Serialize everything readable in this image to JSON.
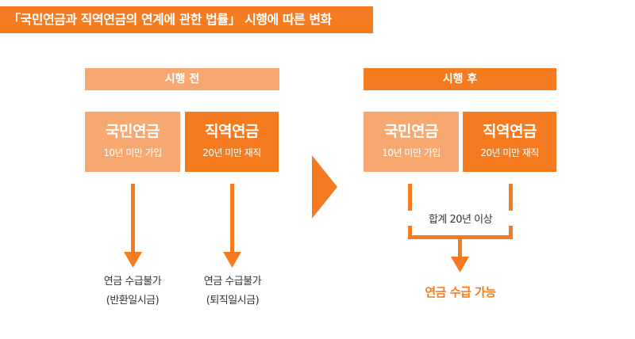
{
  "title": "「국민연금과 직역연금의 연계에 관한 법률」 시행에 따른 변화",
  "before": {
    "header": "시행 전",
    "boxes": [
      {
        "main": "국민연금",
        "sub": "10년 미만 가입"
      },
      {
        "main": "직역연금",
        "sub": "20년 미만 재직"
      }
    ],
    "results": [
      {
        "line1": "연금 수급불가",
        "line2": "(반환일시금)"
      },
      {
        "line1": "연금 수급불가",
        "line2": "(퇴직일시금)"
      }
    ]
  },
  "after": {
    "header": "시행 후",
    "boxes": [
      {
        "main": "국민연금",
        "sub": "10년 미만 가입"
      },
      {
        "main": "직역연금",
        "sub": "20년 미만 재직"
      }
    ],
    "combined_label": "합계 20년 이상",
    "result": "연금 수급 가능"
  },
  "colors": {
    "accent": "#f47b20",
    "accent_light": "#f7a870",
    "text": "#333333"
  },
  "icons": {
    "transition": "play-triangle-icon",
    "flow": "arrow-down-icon"
  }
}
